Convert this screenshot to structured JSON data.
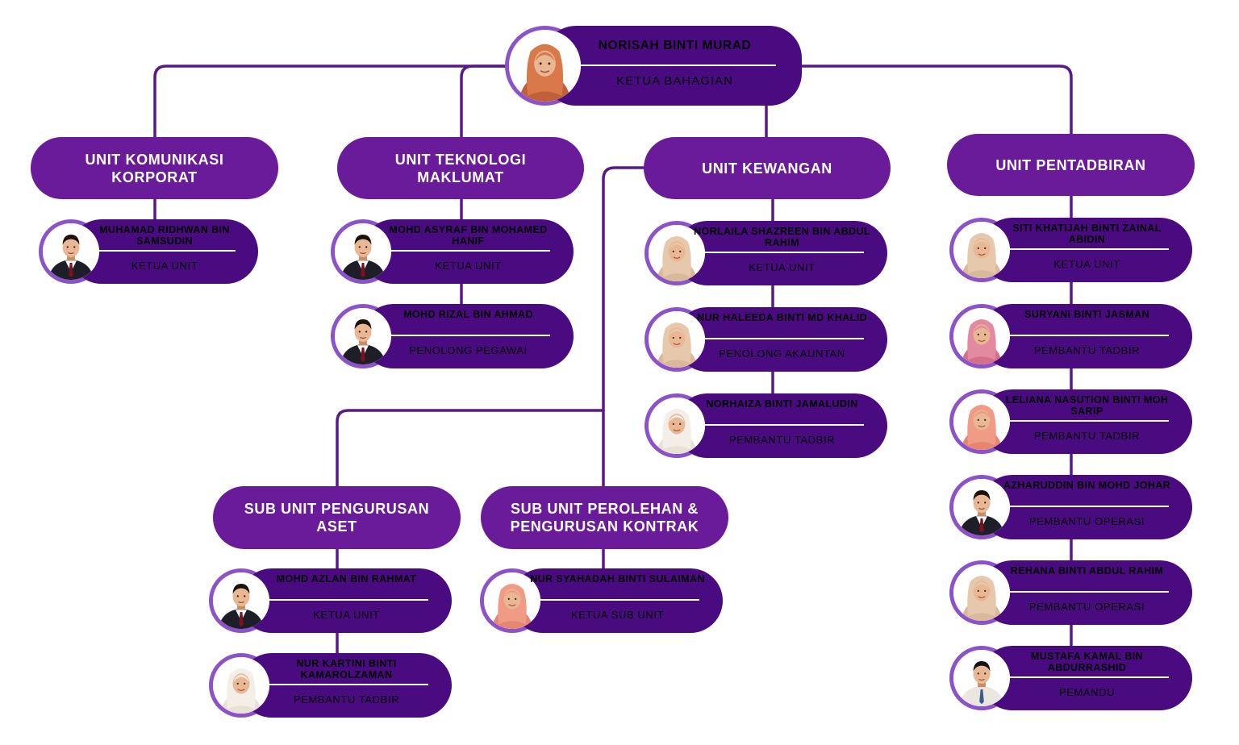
{
  "head": {
    "name": "NORISAH BINTI MURAD",
    "role": "KETUA BAHAGIAN",
    "photo": "female-hijab-orange"
  },
  "units": {
    "komunikasi": {
      "title": "UNIT KOMUNIKASI KORPORAT"
    },
    "teknologi": {
      "title": "UNIT TEKNOLOGI MAKLUMAT"
    },
    "kewangan": {
      "title": "UNIT KEWANGAN"
    },
    "pentadbiran": {
      "title": "UNIT PENTADBIRAN"
    },
    "aset": {
      "title": "SUB UNIT PENGURUSAN ASET"
    },
    "perolehan": {
      "title": "SUB UNIT PEROLEHAN & PENGURUSAN KONTRAK"
    }
  },
  "staff": {
    "komunikasi": [
      {
        "name": "MUHAMAD RIDHWAN BIN SAMSUDIN",
        "role": "KETUA UNIT",
        "photo": "male-suit"
      }
    ],
    "teknologi": [
      {
        "name": "MOHD ASYRAF BIN MOHAMED HANIF",
        "role": "KETUA UNIT",
        "photo": "male-suit"
      },
      {
        "name": "MOHD RIZAL BIN AHMAD",
        "role": "PENOLONG PEGAWAI",
        "photo": "male-suit"
      }
    ],
    "kewangan": [
      {
        "name": "NORLAILA SHAZREEN BIN ABDUL RAHIM",
        "role": "KETUA UNIT",
        "photo": "female-hijab-beige"
      },
      {
        "name": "NUR HALEEDA BINTI MD KHALID",
        "role": "PENOLONG AKAUNTAN",
        "photo": "female-hijab-beige"
      },
      {
        "name": "NORHAIZA BINTI JAMALUDIN",
        "role": "PEMBANTU TADBIR",
        "photo": "female-hijab-white"
      }
    ],
    "pentadbiran": [
      {
        "name": "SITI KHATIJAH BINTI ZAINAL ABIDIN",
        "role": "KETUA UNIT",
        "photo": "female-hijab-beige"
      },
      {
        "name": "SURYANI BINTI JASMAN",
        "role": "PEMBANTU TADBIR",
        "photo": "female-hijab-pink"
      },
      {
        "name": "LELIANA NASUTION BINTI MOH SARIP",
        "role": "PEMBANTU TADBIR",
        "photo": "female-hijab-peach"
      },
      {
        "name": "AZHARUDDIN BIN MOHD JOHAR",
        "role": "PEMBANTU OPERASI",
        "photo": "male-suit"
      },
      {
        "name": "REHANA BINTI ABDUL RAHIM",
        "role": "PEMBANTU OPERASI",
        "photo": "female-hijab-beige"
      },
      {
        "name": "MUSTAFA KAMAL BIN ABDURRASHID",
        "role": "PEMANDU",
        "photo": "male-shirt"
      }
    ],
    "aset": [
      {
        "name": "MOHD AZLAN BIN RAHMAT",
        "role": "KETUA UNIT",
        "photo": "male-suit"
      },
      {
        "name": "NUR KARTINI BINTI KAMAROLZAMAN",
        "role": "PEMBANTU TADBIR",
        "photo": "female-hijab-white"
      }
    ],
    "perolehan": [
      {
        "name": "NUR SYAHADAH BINTI SULAIMAN",
        "role": "KETUA SUB UNIT",
        "photo": "female-hijab-peach"
      }
    ]
  },
  "colors": {
    "unit_fill": "#6a1b9a",
    "card_fill": "#4a0a80",
    "ring": "#8b52c9",
    "line": "#5a1a85"
  }
}
